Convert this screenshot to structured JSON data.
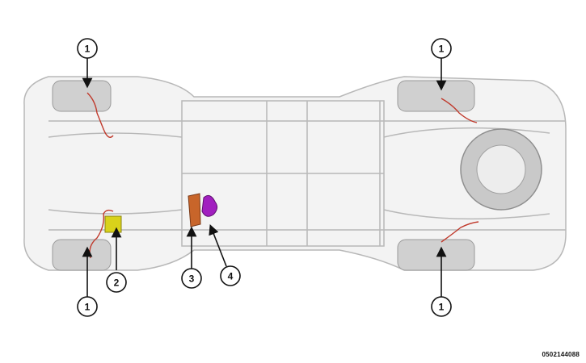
{
  "figure": {
    "id": "0502144088"
  },
  "callouts": [
    {
      "number": "1",
      "part": "wheel-speed-sensor-front-left"
    },
    {
      "number": "1",
      "part": "wheel-speed-sensor-front-right"
    },
    {
      "number": "1",
      "part": "wheel-speed-sensor-rear-left"
    },
    {
      "number": "1",
      "part": "wheel-speed-sensor-rear-right"
    },
    {
      "number": "2",
      "part": "module-yellow"
    },
    {
      "number": "3",
      "part": "component-orange"
    },
    {
      "number": "4",
      "part": "component-magenta"
    }
  ],
  "colors": {
    "frame": "#b8b8b8",
    "tire": "#c9c9c9",
    "wire": "#c0392b",
    "item2": "#d9d21a",
    "item3": "#c8652a",
    "item4": "#a11fbf"
  }
}
